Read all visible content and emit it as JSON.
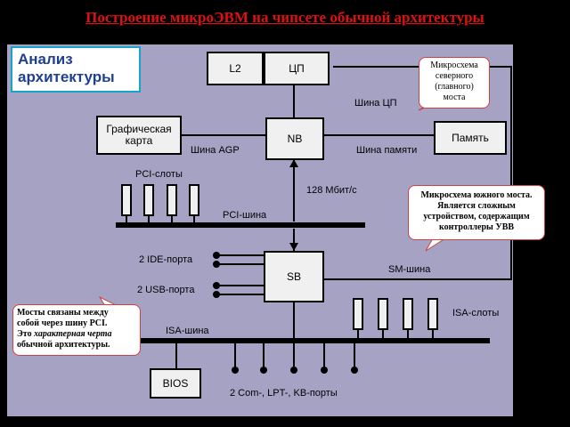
{
  "slide": {
    "title": "Построение микроЭВМ на чипсете обычной архитектуры"
  },
  "section": {
    "label_line1": "Анализ",
    "label_line2": "архитектуры"
  },
  "blocks": {
    "l2": "L2",
    "cpu": "ЦП",
    "graphics_line1": "Графическая",
    "graphics_line2": "карта",
    "nb": "NB",
    "memory": "Память",
    "sb": "SB",
    "bios": "BIOS"
  },
  "labels": {
    "cpu_bus": "Шина ЦП",
    "agp_bus": "Шина AGP",
    "memory_bus": "Шина памяти",
    "pci_slots": "PCI-слоты",
    "pci_bus": "PCI-шина",
    "link_speed": "128 Мбит/с",
    "ide_ports": "2 IDE-порта",
    "usb_ports": "2 USB-порта",
    "sm_bus": "SM-шина",
    "isa_slots": "ISA-слоты",
    "isa_bus": "ISA-шина",
    "ports": "2 Com-, LPT-, KB-порты"
  },
  "callouts": {
    "north_bridge": {
      "line1": "Микросхема",
      "line2": "северного",
      "line3": "(главного)",
      "line4": "моста"
    },
    "south_bridge": {
      "line1": "Микросхема южного моста.",
      "line2": "Является сложным",
      "line3": "устройством, содержащим",
      "line4": "контроллеры УВВ"
    },
    "bridges": {
      "line1": "Мосты связаны между",
      "line2": "собой через шину PCI.",
      "line3_normal": "Это ",
      "line3_italic": "характерная черта",
      "line4": "обычной архитектуры."
    }
  },
  "colors": {
    "title": "#e01010",
    "panel": "#a6a2c4",
    "section_border": "#1aa3c8",
    "section_text": "#1f3f8f"
  }
}
